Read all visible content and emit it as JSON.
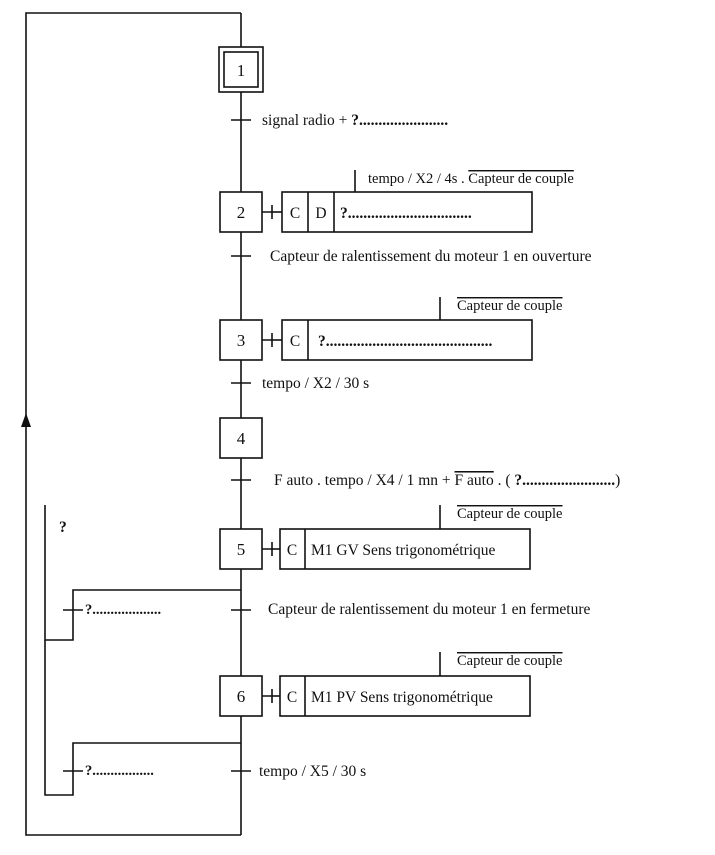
{
  "steps": {
    "s1": "1",
    "s2": "2",
    "s3": "3",
    "s4": "4",
    "s5": "5",
    "s6": "6"
  },
  "transitions": {
    "t1": {
      "prefix": "signal radio + ",
      "q": "?......................."
    },
    "t2": "Capteur de ralentissement du moteur 1 en ouverture",
    "t3": "tempo / X2 / 30 s",
    "t4": {
      "p1": "F auto . tempo / X4 / 1 mn + ",
      "p2": "F auto",
      "p3": " . ( ",
      "q": "?........................",
      "p4": ")"
    },
    "t5": "Capteur de ralentissement du moteur 1 en fermeture",
    "t6": "tempo / X5 / 30 s",
    "t5b": "?...................",
    "t6b": "?................."
  },
  "actions": {
    "a2": {
      "c": "C",
      "d": "D",
      "text": "?................................",
      "cond_pre": "tempo / X2 / 4s . ",
      "cond_bar": "Capteur de couple"
    },
    "a3": {
      "c": "C",
      "text": "?...........................................",
      "cond_bar": "Capteur de couple"
    },
    "a5": {
      "c": "C",
      "text": "M1 GV Sens trigonométrique",
      "cond_bar": "Capteur de couple"
    },
    "a6": {
      "c": "C",
      "text": "M1 PV Sens trigonométrique",
      "cond_bar": "Capteur de couple"
    }
  },
  "question_mark": "?"
}
